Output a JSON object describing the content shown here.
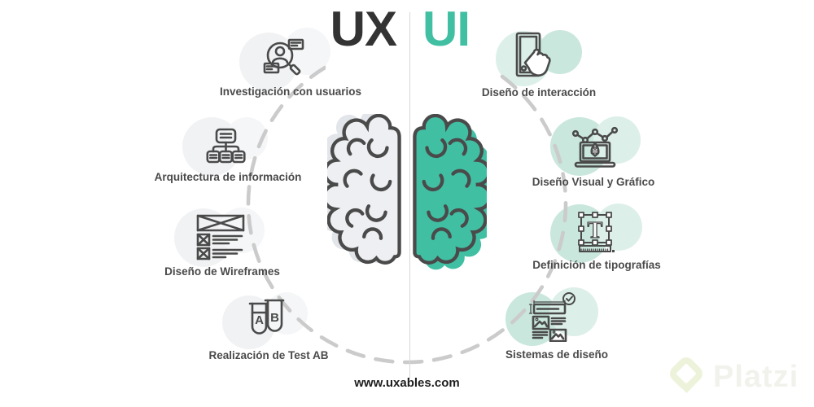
{
  "title": {
    "ux": "UX",
    "ui": "UI"
  },
  "ux_items": [
    {
      "label": "Investigación con usuarios",
      "icon": "user-research-icon"
    },
    {
      "label": "Arquitectura de información",
      "icon": "sitemap-icon"
    },
    {
      "label": "Diseño de Wireframes",
      "icon": "wireframe-icon"
    },
    {
      "label": "Realización de Test AB",
      "icon": "ab-test-icon"
    }
  ],
  "ui_items": [
    {
      "label": "Diseño de interacción",
      "icon": "interaction-icon"
    },
    {
      "label": "Diseño Visual y Gráfico",
      "icon": "visual-design-icon"
    },
    {
      "label": "Definición de tipografías",
      "icon": "typography-icon"
    },
    {
      "label": "Sistemas de diseño",
      "icon": "design-system-icon"
    }
  ],
  "ab_test": {
    "tube_a": "A",
    "tube_b": "B"
  },
  "typography": {
    "letter": "T"
  },
  "footer": {
    "website": "www.uxables.com"
  },
  "watermark": {
    "brand": "Platzi"
  },
  "colors": {
    "teal": "#41BFA3",
    "dark": "#4A4A4A",
    "title_dark": "#333333",
    "label": "#4A4A4A",
    "dash": "#CBCBCB",
    "light_gray": "#F1F2F4",
    "light_gray2": "#F5F6F7",
    "light_teal": "#DCEFE9",
    "light_teal2": "#C9E7DD",
    "brain_gray": "#EDEFF2",
    "brain_gray_shadow": "#E2E5E9",
    "watermark_green": "#EDF3DA",
    "watermark_text": "#F2F2EC",
    "footer_dark": "#1D1D1D"
  }
}
